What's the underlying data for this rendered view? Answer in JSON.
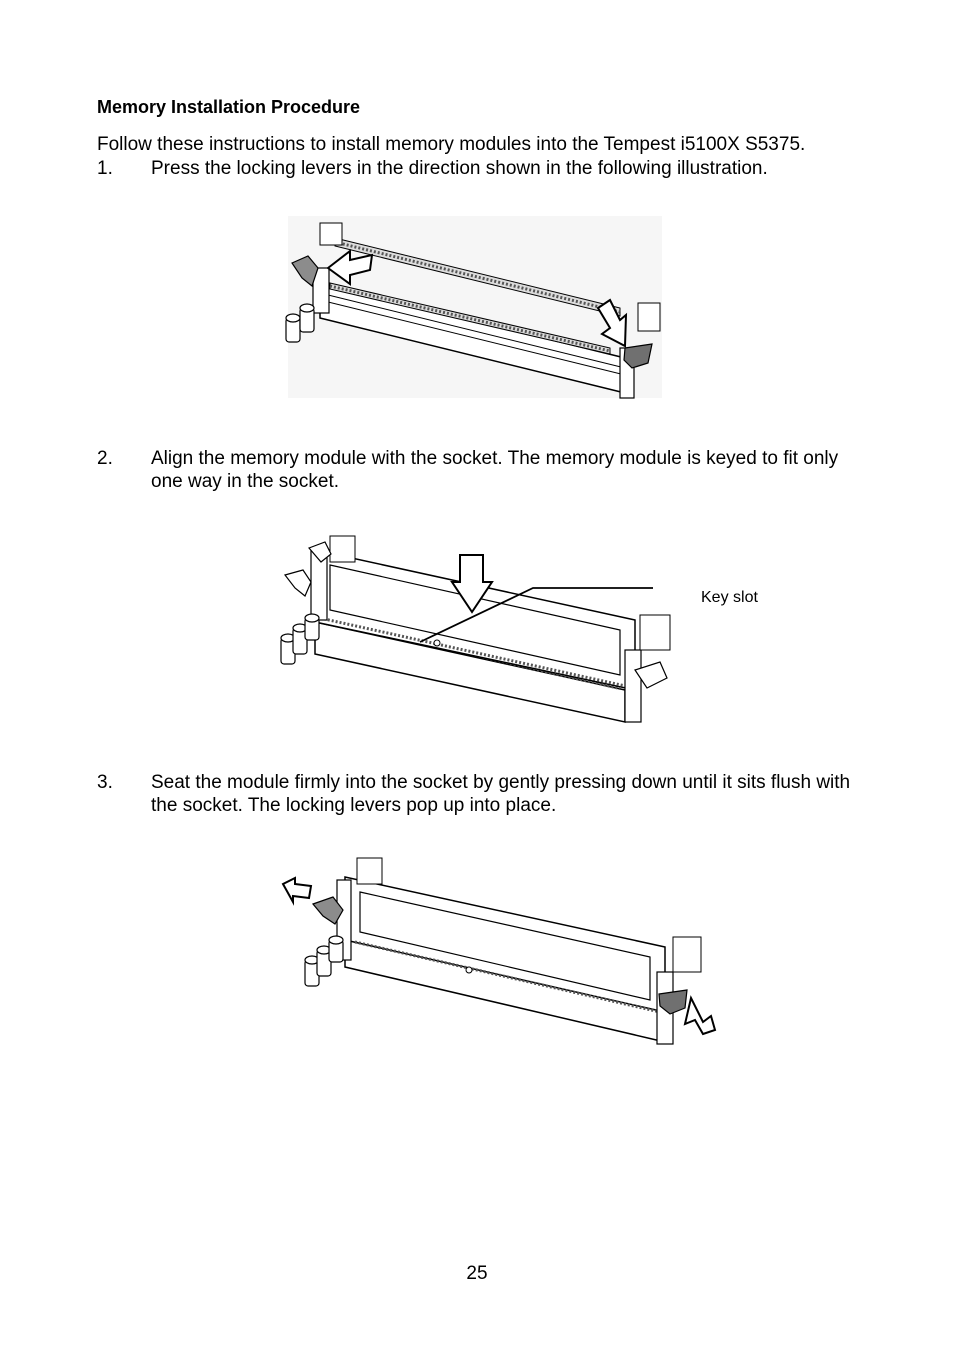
{
  "heading": "Memory Installation Procedure",
  "intro": "Follow these instructions to install memory modules into the Tempest i5100X S5375.",
  "steps": [
    {
      "number": "1.",
      "text": "Press the locking levers in the direction shown in the following illustration."
    },
    {
      "number": "2.",
      "text": "Align the memory module with the socket. The memory module is keyed to fit only one way in the socket."
    },
    {
      "number": "3.",
      "text": "Seat the module firmly into the socket by gently pressing down until it sits flush with the socket. The locking levers pop up into place."
    }
  ],
  "figure2_callout": "Key slot",
  "page_number": "25"
}
